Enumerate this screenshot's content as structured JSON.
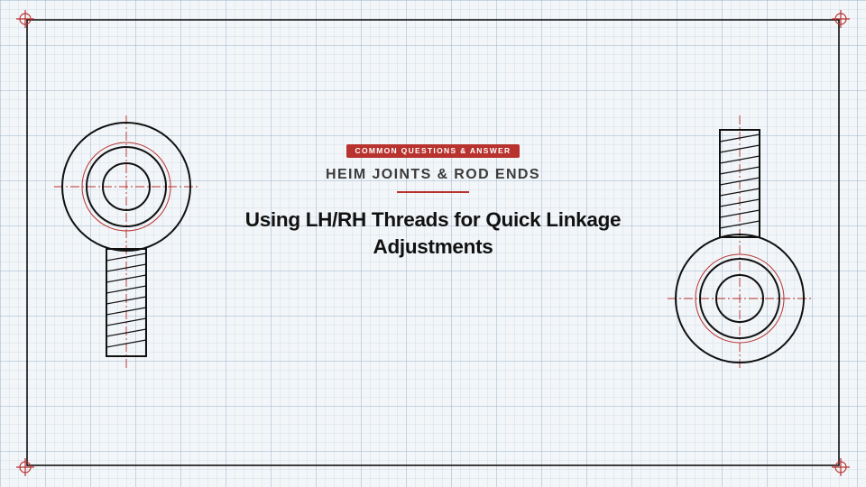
{
  "header": {
    "badge": "COMMON QUESTIONS & ANSWER",
    "subtitle": "HEIM JOINTS & ROD ENDS",
    "title_line1": "Using LH/RH Threads for Quick Linkage",
    "title_line2": "Adjustments"
  },
  "colors": {
    "accent": "#b8322e",
    "ink": "#111111",
    "grid": "#96afc8",
    "background": "#f3f6f9"
  },
  "icons": {
    "corner_marks": "crosshair-icon",
    "left_drawing": "rod-end-icon",
    "right_drawing": "rod-end-icon"
  }
}
